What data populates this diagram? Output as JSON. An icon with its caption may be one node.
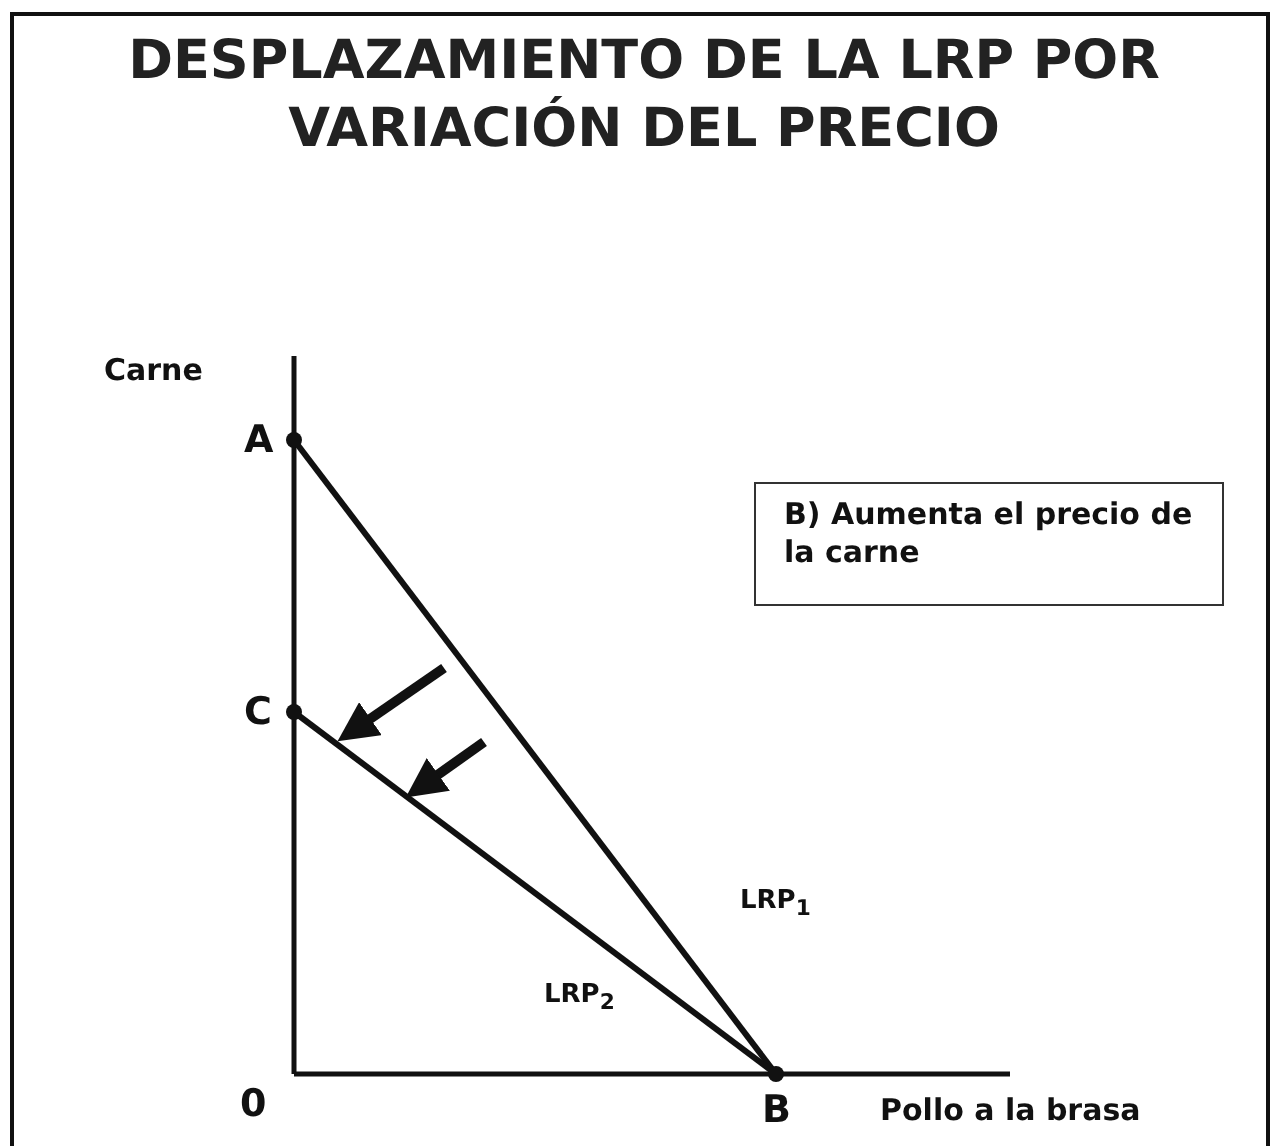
{
  "diagram": {
    "title": "DESPLAZAMIENTO DE LA LRP POR VARIACIÓN DEL PRECIO",
    "nodes": [
      {
        "text": [
          "A"
        ]
      },
      {
        "text": [
          "B) Aumenta el precio de la carne"
        ]
      },
      {
        "text": [
          "C"
        ]
      },
      {
        "text": [
          "B"
        ]
      }
    ],
    "edges": [
      {
        "from": 0,
        "to": 3,
        "arrow": "none"
      },
      {
        "from": 2,
        "to": 3,
        "arrow": "none"
      }
    ],
    "labels": [
      "Carne",
      "LRP$_{1}$",
      "LRP$_{2}$",
      "0",
      "Pollo a la brasa"
    ]
  }
}
